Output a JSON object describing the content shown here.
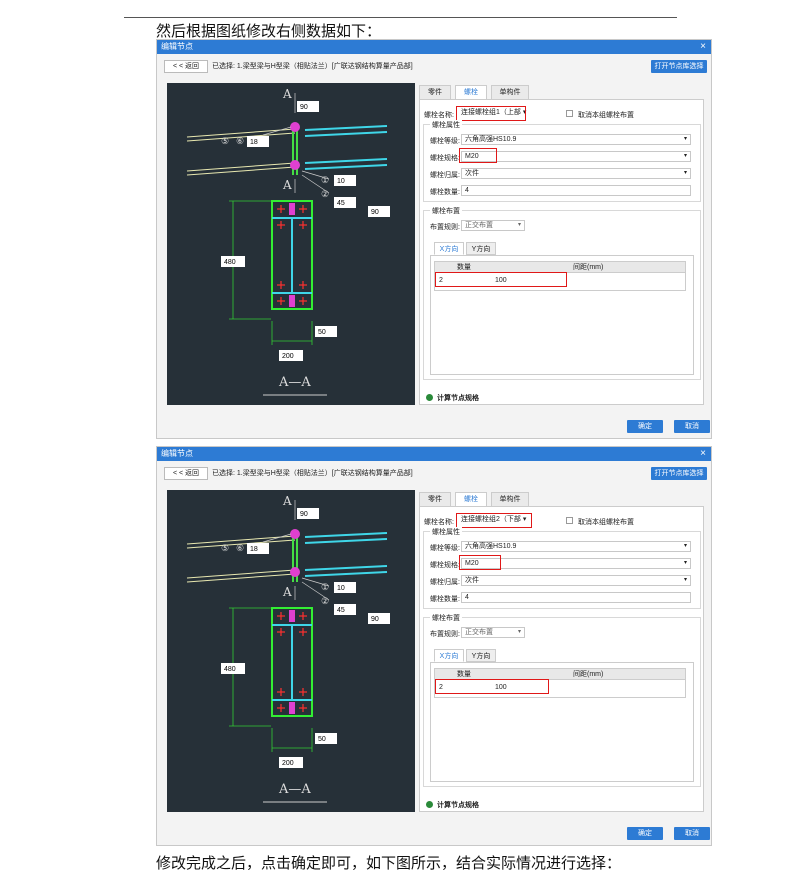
{
  "intro_text": "然后根据图纸修改右侧数据如下：",
  "outro_text": "修改完成之后，点击确定即可，如下图所示，结合实际情况进行选择：",
  "dialogs": [
    {
      "title": "编辑节点",
      "close_icon": "×",
      "back_label": "< < 返回",
      "selected_text": "已选择: 1.梁型梁与H型梁（相贴法兰）[广联达钢结构算量产品部]",
      "open_library_label": "打开节点库选择",
      "tabs": [
        "零件",
        "螺栓",
        "单构件"
      ],
      "bolt_name_label": "螺栓名称:",
      "bolt_name_value": "连接螺栓组1（上部",
      "cancel_layout_label": "取消本组螺栓布置",
      "attr_group_title": "螺栓属性",
      "grade_label": "螺栓等级:",
      "grade_value": "六角高强HS10.9",
      "spec_label": "螺栓规格:",
      "spec_value": "M20",
      "belong_label": "螺栓归属:",
      "belong_value": "次件",
      "count_label": "螺栓数量:",
      "count_value": "4",
      "layout_group_title": "螺栓布置",
      "rule_label": "布置规则:",
      "rule_value": "正交布置",
      "subtabs": [
        "X方向",
        "Y方向"
      ],
      "table_headers": [
        "数量",
        "间距(mm)"
      ],
      "table_row": [
        "2",
        "100"
      ],
      "calc_label": "计算节点规格",
      "ok_label": "确定",
      "cancel_label": "取消",
      "drawing": {
        "section_top": "A",
        "section_bottom": "A—A",
        "labels": [
          "90",
          "18",
          "10",
          "45",
          "90",
          "480",
          "50",
          "200"
        ],
        "circles": [
          "⑤",
          "⑥",
          "①",
          "②"
        ]
      }
    },
    {
      "title": "编辑节点",
      "close_icon": "×",
      "back_label": "< < 返回",
      "selected_text": "已选择: 1.梁型梁与H型梁（相贴法兰）[广联达钢结构算量产品部]",
      "open_library_label": "打开节点库选择",
      "tabs": [
        "零件",
        "螺栓",
        "单构件"
      ],
      "bolt_name_label": "螺栓名称:",
      "bolt_name_value": "连接螺栓组2（下部",
      "cancel_layout_label": "取消本组螺栓布置",
      "attr_group_title": "螺栓属性",
      "grade_label": "螺栓等级:",
      "grade_value": "六角高强HS10.9",
      "spec_label": "螺栓规格:",
      "spec_value": "M20",
      "belong_label": "螺栓归属:",
      "belong_value": "次件",
      "count_label": "螺栓数量:",
      "count_value": "4",
      "layout_group_title": "螺栓布置",
      "rule_label": "布置规则:",
      "rule_value": "正交布置",
      "subtabs": [
        "X方向",
        "Y方向"
      ],
      "table_headers": [
        "数量",
        "间距(mm)"
      ],
      "table_row": [
        "2",
        "100"
      ],
      "calc_label": "计算节点规格",
      "ok_label": "确定",
      "cancel_label": "取消",
      "drawing": {
        "section_top": "A",
        "section_bottom": "A—A",
        "labels": [
          "90",
          "18",
          "10",
          "45",
          "90",
          "480",
          "50",
          "200"
        ],
        "circles": [
          "⑤",
          "⑥",
          "①",
          "②"
        ]
      }
    }
  ]
}
